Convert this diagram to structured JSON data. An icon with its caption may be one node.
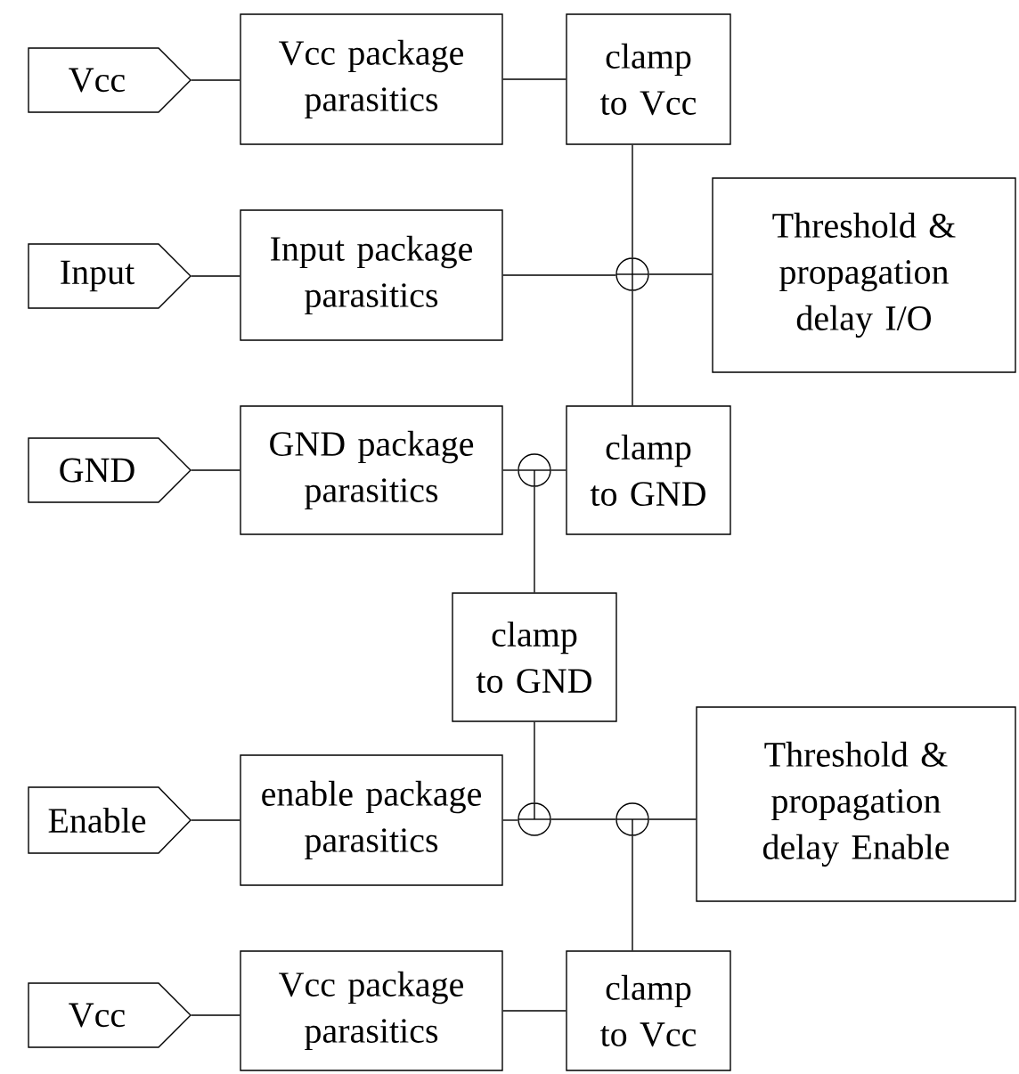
{
  "diagram": {
    "nodes": [
      {
        "text": [
          "Vcc"
        ]
      },
      {
        "text": [
          "Vcc package parasitics"
        ]
      },
      {
        "text": [
          "clamp to Vcc"
        ]
      },
      {
        "text": [
          "Input"
        ]
      },
      {
        "text": [
          "Input package parasitics"
        ]
      },
      {
        "text": [
          "Threshold & propagation delay I/O"
        ]
      },
      {
        "text": [
          "GND"
        ]
      },
      {
        "text": [
          "GND package parasitics"
        ]
      },
      {
        "text": [
          "clamp to GND"
        ]
      },
      {
        "text": [
          "clamp to GND"
        ]
      },
      {
        "text": [
          "Enable"
        ]
      },
      {
        "text": [
          "enable package parasitics"
        ]
      },
      {
        "text": [
          "Threshold & propagation delay Enable"
        ]
      },
      {
        "text": [
          "Vcc"
        ]
      },
      {
        "text": [
          "Vcc package parasitics"
        ]
      },
      {
        "text": [
          "clamp to Vcc"
        ]
      },
      {
        "text": [],
        "shape": "circle"
      },
      {
        "text": [],
        "shape": "circle"
      },
      {
        "text": [],
        "shape": "circle"
      },
      {
        "text": [],
        "shape": "circle"
      }
    ],
    "edges": [
      {
        "from": 0,
        "to": 1,
        "arrow": "none"
      },
      {
        "from": 1,
        "to": 2,
        "arrow": "none"
      },
      {
        "from": 3,
        "to": 4,
        "arrow": "none"
      },
      {
        "from": 4,
        "to": 16,
        "arrow": "none"
      },
      {
        "from": 16,
        "to": 5,
        "arrow": "none"
      },
      {
        "from": 2,
        "to": 16,
        "arrow": "none"
      },
      {
        "from": 16,
        "to": 8,
        "arrow": "none"
      },
      {
        "from": 6,
        "to": 7,
        "arrow": "none"
      },
      {
        "from": 7,
        "to": 17,
        "arrow": "none"
      },
      {
        "from": 17,
        "to": 8,
        "arrow": "none"
      },
      {
        "from": 17,
        "to": 9,
        "arrow": "none"
      },
      {
        "from": 9,
        "to": 18,
        "arrow": "none"
      },
      {
        "from": 10,
        "to": 11,
        "arrow": "none"
      },
      {
        "from": 11,
        "to": 18,
        "arrow": "none"
      },
      {
        "from": 18,
        "to": 19,
        "arrow": "none"
      },
      {
        "from": 19,
        "to": 12,
        "arrow": "none"
      },
      {
        "from": 19,
        "to": 15,
        "arrow": "none"
      },
      {
        "from": 13,
        "to": 14,
        "arrow": "none"
      },
      {
        "from": 14,
        "to": 15,
        "arrow": "none"
      }
    ]
  }
}
